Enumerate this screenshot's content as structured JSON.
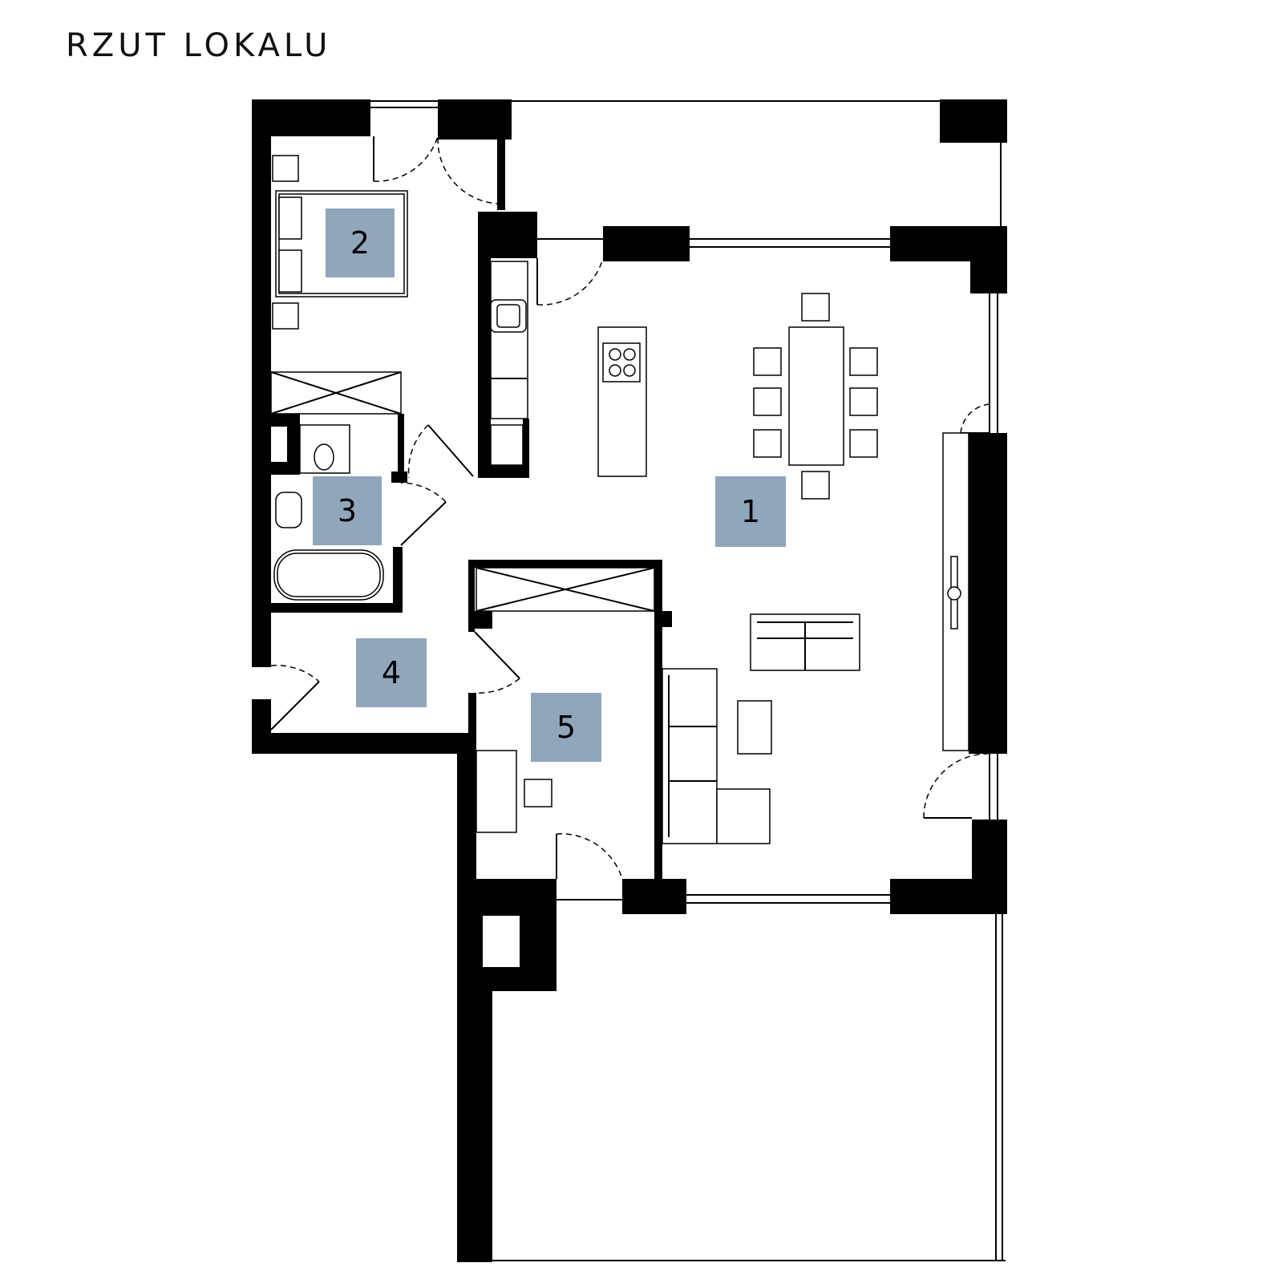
{
  "page_title": "RZUT LOKALU",
  "room_label_color": "#8fa6bb",
  "rooms": [
    {
      "id": "room-1",
      "label": "1"
    },
    {
      "id": "room-2",
      "label": "2"
    },
    {
      "id": "room-3",
      "label": "3"
    },
    {
      "id": "room-4",
      "label": "4"
    },
    {
      "id": "room-5",
      "label": "5"
    }
  ]
}
